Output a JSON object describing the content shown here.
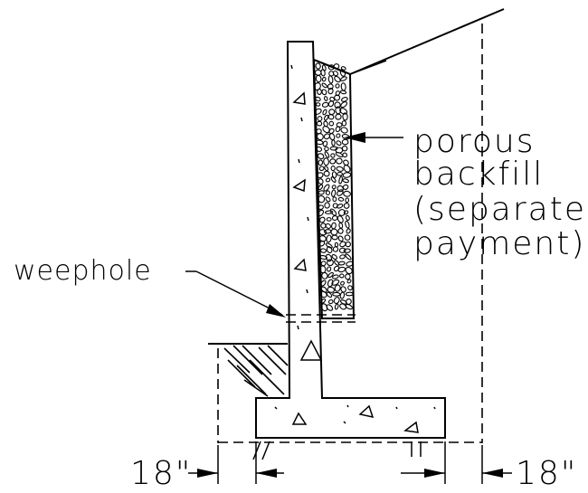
{
  "labels": {
    "porous": "porous",
    "backfill": "backfill",
    "separate": "(separate",
    "payment": "payment)",
    "weephole": "weephole",
    "dim_left": "18\"",
    "dim_right": "18\""
  },
  "colors": {
    "line": "#000000",
    "background": "#ffffff"
  }
}
